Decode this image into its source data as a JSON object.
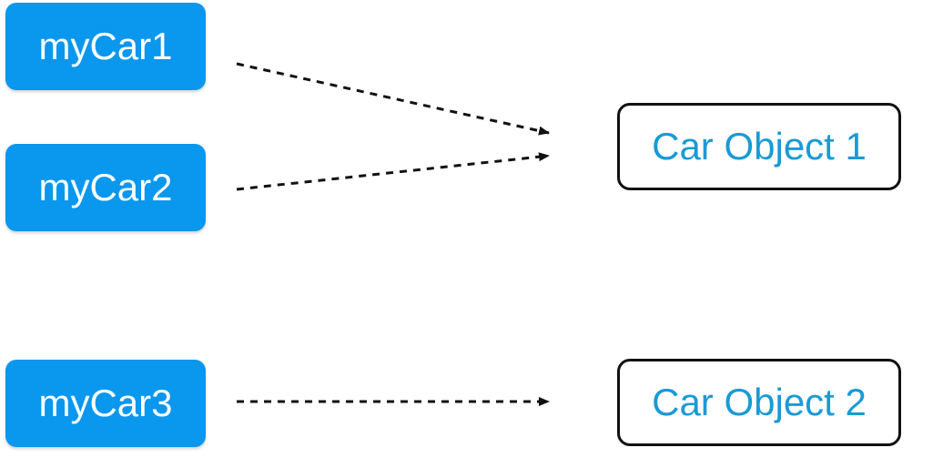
{
  "references": [
    {
      "label": "myCar1"
    },
    {
      "label": "myCar2"
    },
    {
      "label": "myCar3"
    }
  ],
  "objects": [
    {
      "label": "Car Object 1"
    },
    {
      "label": "Car Object 2"
    }
  ],
  "connections": [
    {
      "from": "myCar1",
      "to": "Car Object 1"
    },
    {
      "from": "myCar2",
      "to": "Car Object 1"
    },
    {
      "from": "myCar3",
      "to": "Car Object 2"
    }
  ],
  "colors": {
    "reference_fill": "#0a97ee",
    "reference_text": "#ffffff",
    "object_border": "#111111",
    "object_text": "#1a9ad6",
    "arrow": "#111111"
  }
}
